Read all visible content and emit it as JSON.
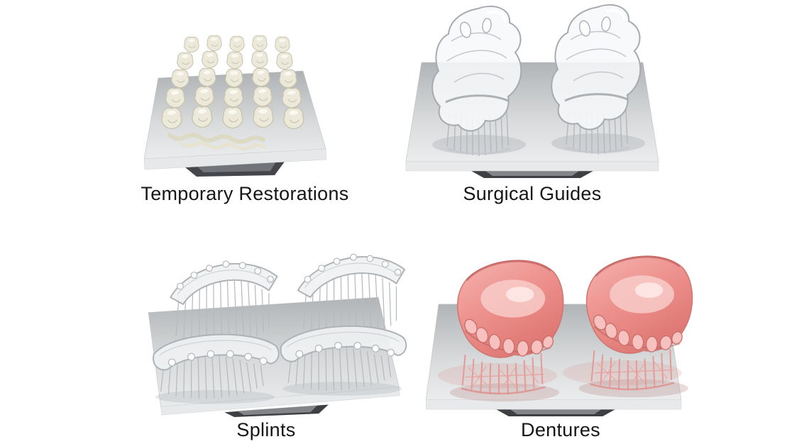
{
  "page": {
    "background": "#ffffff",
    "description": "collage of four 3d-printed dental applications on metal build plates"
  },
  "figures": [
    {
      "id": "temporary-restorations",
      "label": "Temporary Restorations",
      "subject": "array of ivory crown prints on small build plate",
      "subject_color": "#ece9da"
    },
    {
      "id": "surgical-guides",
      "label": "Surgical Guides",
      "subject": "two clear surgical guides with supports on build plate",
      "subject_color": "#f7f8f9"
    },
    {
      "id": "splints",
      "label": "Splints",
      "subject": "four clear occlusal splints with supports on build plate",
      "subject_color": "#eff1f2"
    },
    {
      "id": "dentures",
      "label": "Dentures",
      "subject": "two pink denture bases with lattice supports on build plate",
      "subject_color": "#ef9e9b"
    }
  ],
  "palette": {
    "label_color": "#161616",
    "plate_silver_dark": "#aeb1b4",
    "plate_silver_light": "#ebeced",
    "plate_front_edge": "#e8e9ea",
    "plate_foot_dark": "#3d3f42",
    "crown_ivory": "#ece9da",
    "clear_resin_stroke": "#a7abaf",
    "denture_pink": "#ec8e8a",
    "denture_pink_highlight": "#f9cfcc",
    "support_gray": "#b5b9bd",
    "support_pink": "#e49a96"
  }
}
